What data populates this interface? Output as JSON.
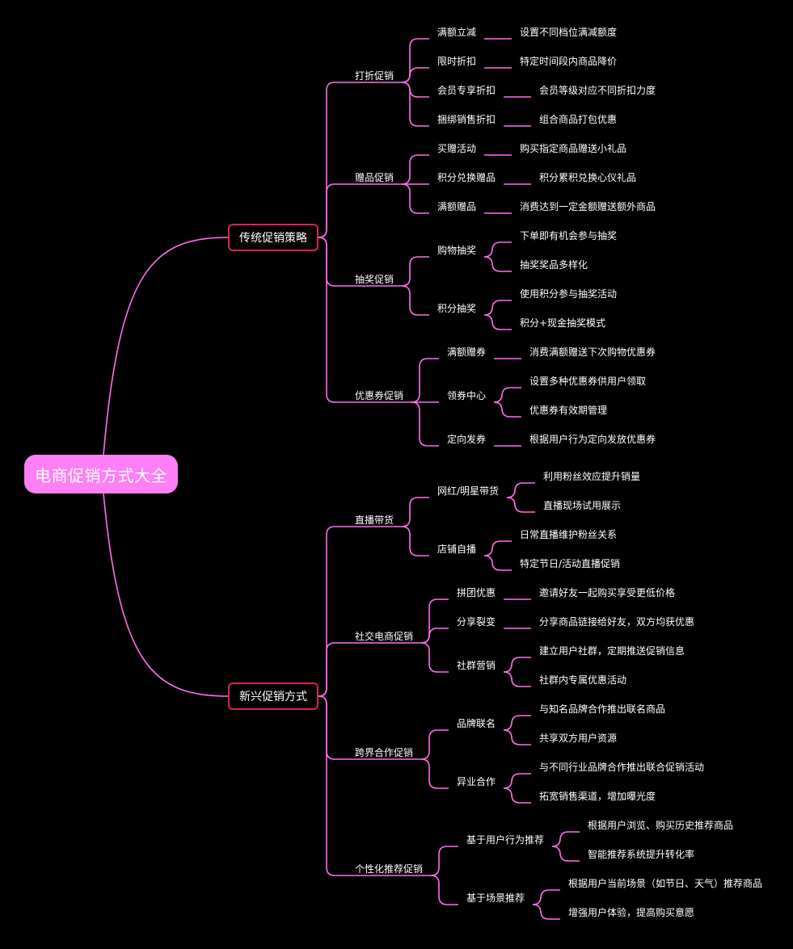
{
  "root": "电商促销方式大全",
  "colors": {
    "line": "#ff6fe8",
    "root_fill": "#ff7ff7",
    "branch_border": "#d8235f",
    "background": "#000000"
  },
  "branches": [
    {
      "label": "传统促销策略",
      "children": [
        {
          "label": "打折促销",
          "children": [
            {
              "label": "满额立减",
              "children": [
                "设置不同档位满减额度"
              ]
            },
            {
              "label": "限时折扣",
              "children": [
                "特定时间段内商品降价"
              ]
            },
            {
              "label": "会员专享折扣",
              "children": [
                "会员等级对应不同折扣力度"
              ]
            },
            {
              "label": "捆绑销售折扣",
              "children": [
                "组合商品打包优惠"
              ]
            }
          ]
        },
        {
          "label": "赠品促销",
          "children": [
            {
              "label": "买赠活动",
              "children": [
                "购买指定商品赠送小礼品"
              ]
            },
            {
              "label": "积分兑换赠品",
              "children": [
                "积分累积兑换心仪礼品"
              ]
            },
            {
              "label": "满额赠品",
              "children": [
                "消费达到一定金额赠送额外商品"
              ]
            }
          ]
        },
        {
          "label": "抽奖促销",
          "children": [
            {
              "label": "购物抽奖",
              "children": [
                "下单即有机会参与抽奖",
                "抽奖奖品多样化"
              ]
            },
            {
              "label": "积分抽奖",
              "children": [
                "使用积分参与抽奖活动",
                "积分+现金抽奖模式"
              ]
            }
          ]
        },
        {
          "label": "优惠券促销",
          "children": [
            {
              "label": "满额赠券",
              "children": [
                "消费满额赠送下次购物优惠券"
              ]
            },
            {
              "label": "领券中心",
              "children": [
                "设置多种优惠券供用户领取",
                "优惠券有效期管理"
              ]
            },
            {
              "label": "定向发券",
              "children": [
                "根据用户行为定向发放优惠券"
              ]
            }
          ]
        }
      ]
    },
    {
      "label": "新兴促销方式",
      "children": [
        {
          "label": "直播带货",
          "children": [
            {
              "label": "网红/明星带货",
              "children": [
                "利用粉丝效应提升销量",
                "直播现场试用展示"
              ]
            },
            {
              "label": "店铺自播",
              "children": [
                "日常直播维护粉丝关系",
                "特定节日/活动直播促销"
              ]
            }
          ]
        },
        {
          "label": "社交电商促销",
          "children": [
            {
              "label": "拼团优惠",
              "children": [
                "邀请好友一起购买享受更低价格"
              ]
            },
            {
              "label": "分享裂变",
              "children": [
                "分享商品链接给好友，双方均获优惠"
              ]
            },
            {
              "label": "社群营销",
              "children": [
                "建立用户社群，定期推送促销信息",
                "社群内专属优惠活动"
              ]
            }
          ]
        },
        {
          "label": "跨界合作促销",
          "children": [
            {
              "label": "品牌联名",
              "children": [
                "与知名品牌合作推出联名商品",
                "共享双方用户资源"
              ]
            },
            {
              "label": "异业合作",
              "children": [
                "与不同行业品牌合作推出联合促销活动",
                "拓宽销售渠道，增加曝光度"
              ]
            }
          ]
        },
        {
          "label": "个性化推荐促销",
          "children": [
            {
              "label": "基于用户行为推荐",
              "children": [
                "根据用户浏览、购买历史推荐商品",
                "智能推荐系统提升转化率"
              ]
            },
            {
              "label": "基于场景推荐",
              "children": [
                "根据用户当前场景（如节日、天气）推荐商品",
                "增强用户体验，提高购买意愿"
              ]
            }
          ]
        }
      ]
    }
  ]
}
